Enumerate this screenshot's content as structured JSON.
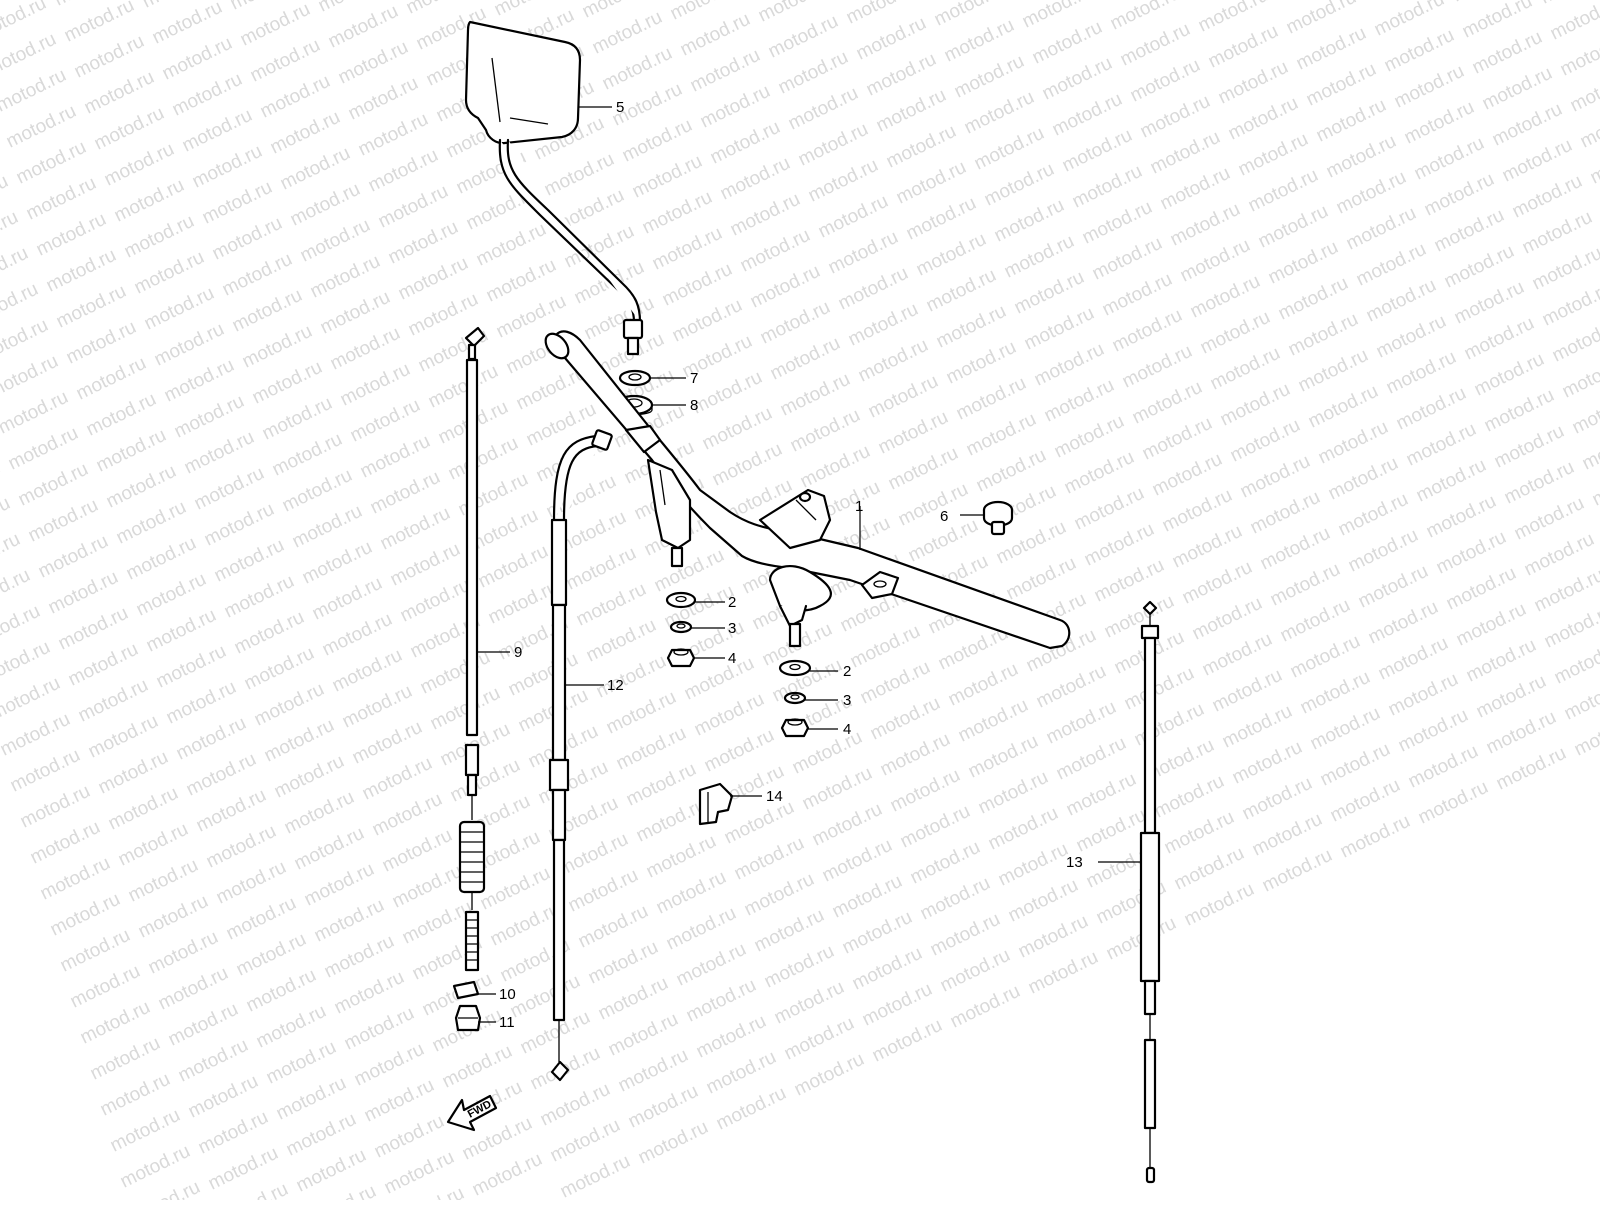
{
  "watermark": {
    "text": "motod.ru"
  },
  "callouts": [
    {
      "id": "1",
      "label": "1"
    },
    {
      "id": "2a",
      "label": "2"
    },
    {
      "id": "2b",
      "label": "2"
    },
    {
      "id": "3a",
      "label": "3"
    },
    {
      "id": "3b",
      "label": "3"
    },
    {
      "id": "4a",
      "label": "4"
    },
    {
      "id": "4b",
      "label": "4"
    },
    {
      "id": "5",
      "label": "5"
    },
    {
      "id": "6",
      "label": "6"
    },
    {
      "id": "7",
      "label": "7"
    },
    {
      "id": "8",
      "label": "8"
    },
    {
      "id": "9",
      "label": "9"
    },
    {
      "id": "10",
      "label": "10"
    },
    {
      "id": "11",
      "label": "11"
    },
    {
      "id": "12",
      "label": "12"
    },
    {
      "id": "13",
      "label": "13"
    },
    {
      "id": "14",
      "label": "14"
    }
  ],
  "direction_arrow": {
    "label": "FWD"
  }
}
